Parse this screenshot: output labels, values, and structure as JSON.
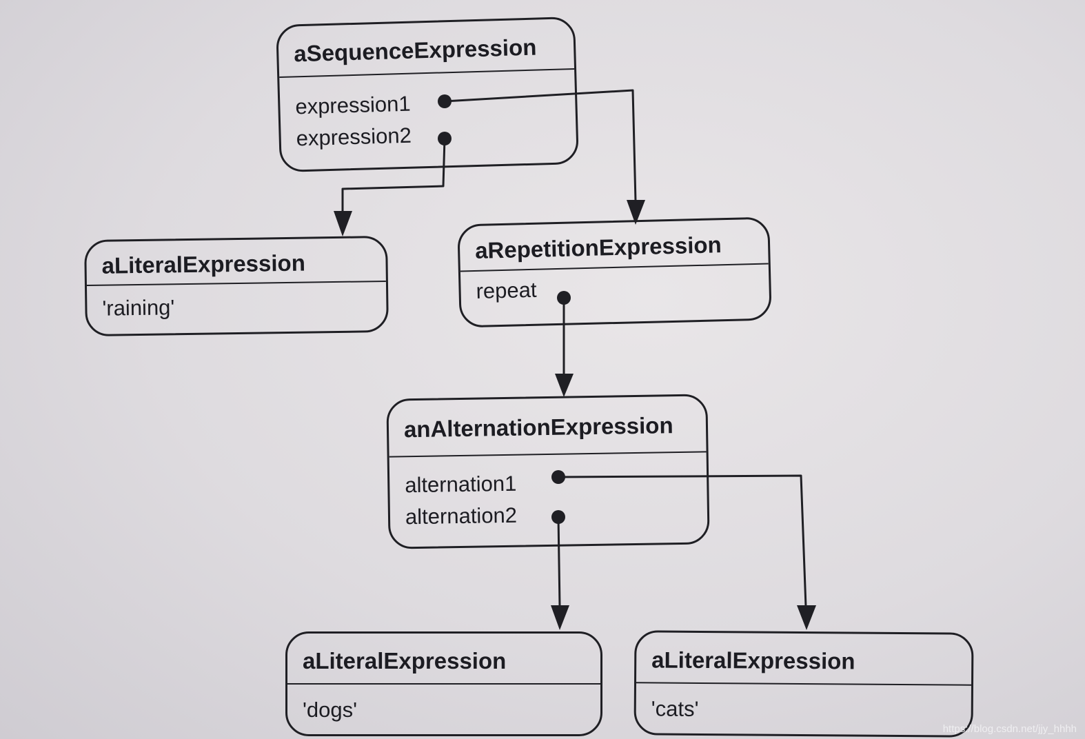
{
  "nodes": {
    "sequence": {
      "title": "aSequenceExpression",
      "fields": [
        "expression1",
        "expression2"
      ]
    },
    "literal_raining": {
      "title": "aLiteralExpression",
      "value": "'raining'"
    },
    "repetition": {
      "title": "aRepetitionExpression",
      "fields": [
        "repeat"
      ]
    },
    "alternation": {
      "title": "anAlternationExpression",
      "fields": [
        "alternation1",
        "alternation2"
      ]
    },
    "literal_dogs": {
      "title": "aLiteralExpression",
      "value": "'dogs'"
    },
    "literal_cats": {
      "title": "aLiteralExpression",
      "value": "'cats'"
    }
  },
  "edges": [
    {
      "from": "sequence.expression1",
      "to": "repetition"
    },
    {
      "from": "sequence.expression2",
      "to": "literal_raining"
    },
    {
      "from": "repetition.repeat",
      "to": "alternation"
    },
    {
      "from": "alternation.alternation1",
      "to": "literal_cats"
    },
    {
      "from": "alternation.alternation2",
      "to": "literal_dogs"
    }
  ],
  "watermark": "https://blog.csdn.net/jjy_hhhh",
  "colors": {
    "ink": "#1f1f24",
    "paper": "#e2dfe3"
  }
}
